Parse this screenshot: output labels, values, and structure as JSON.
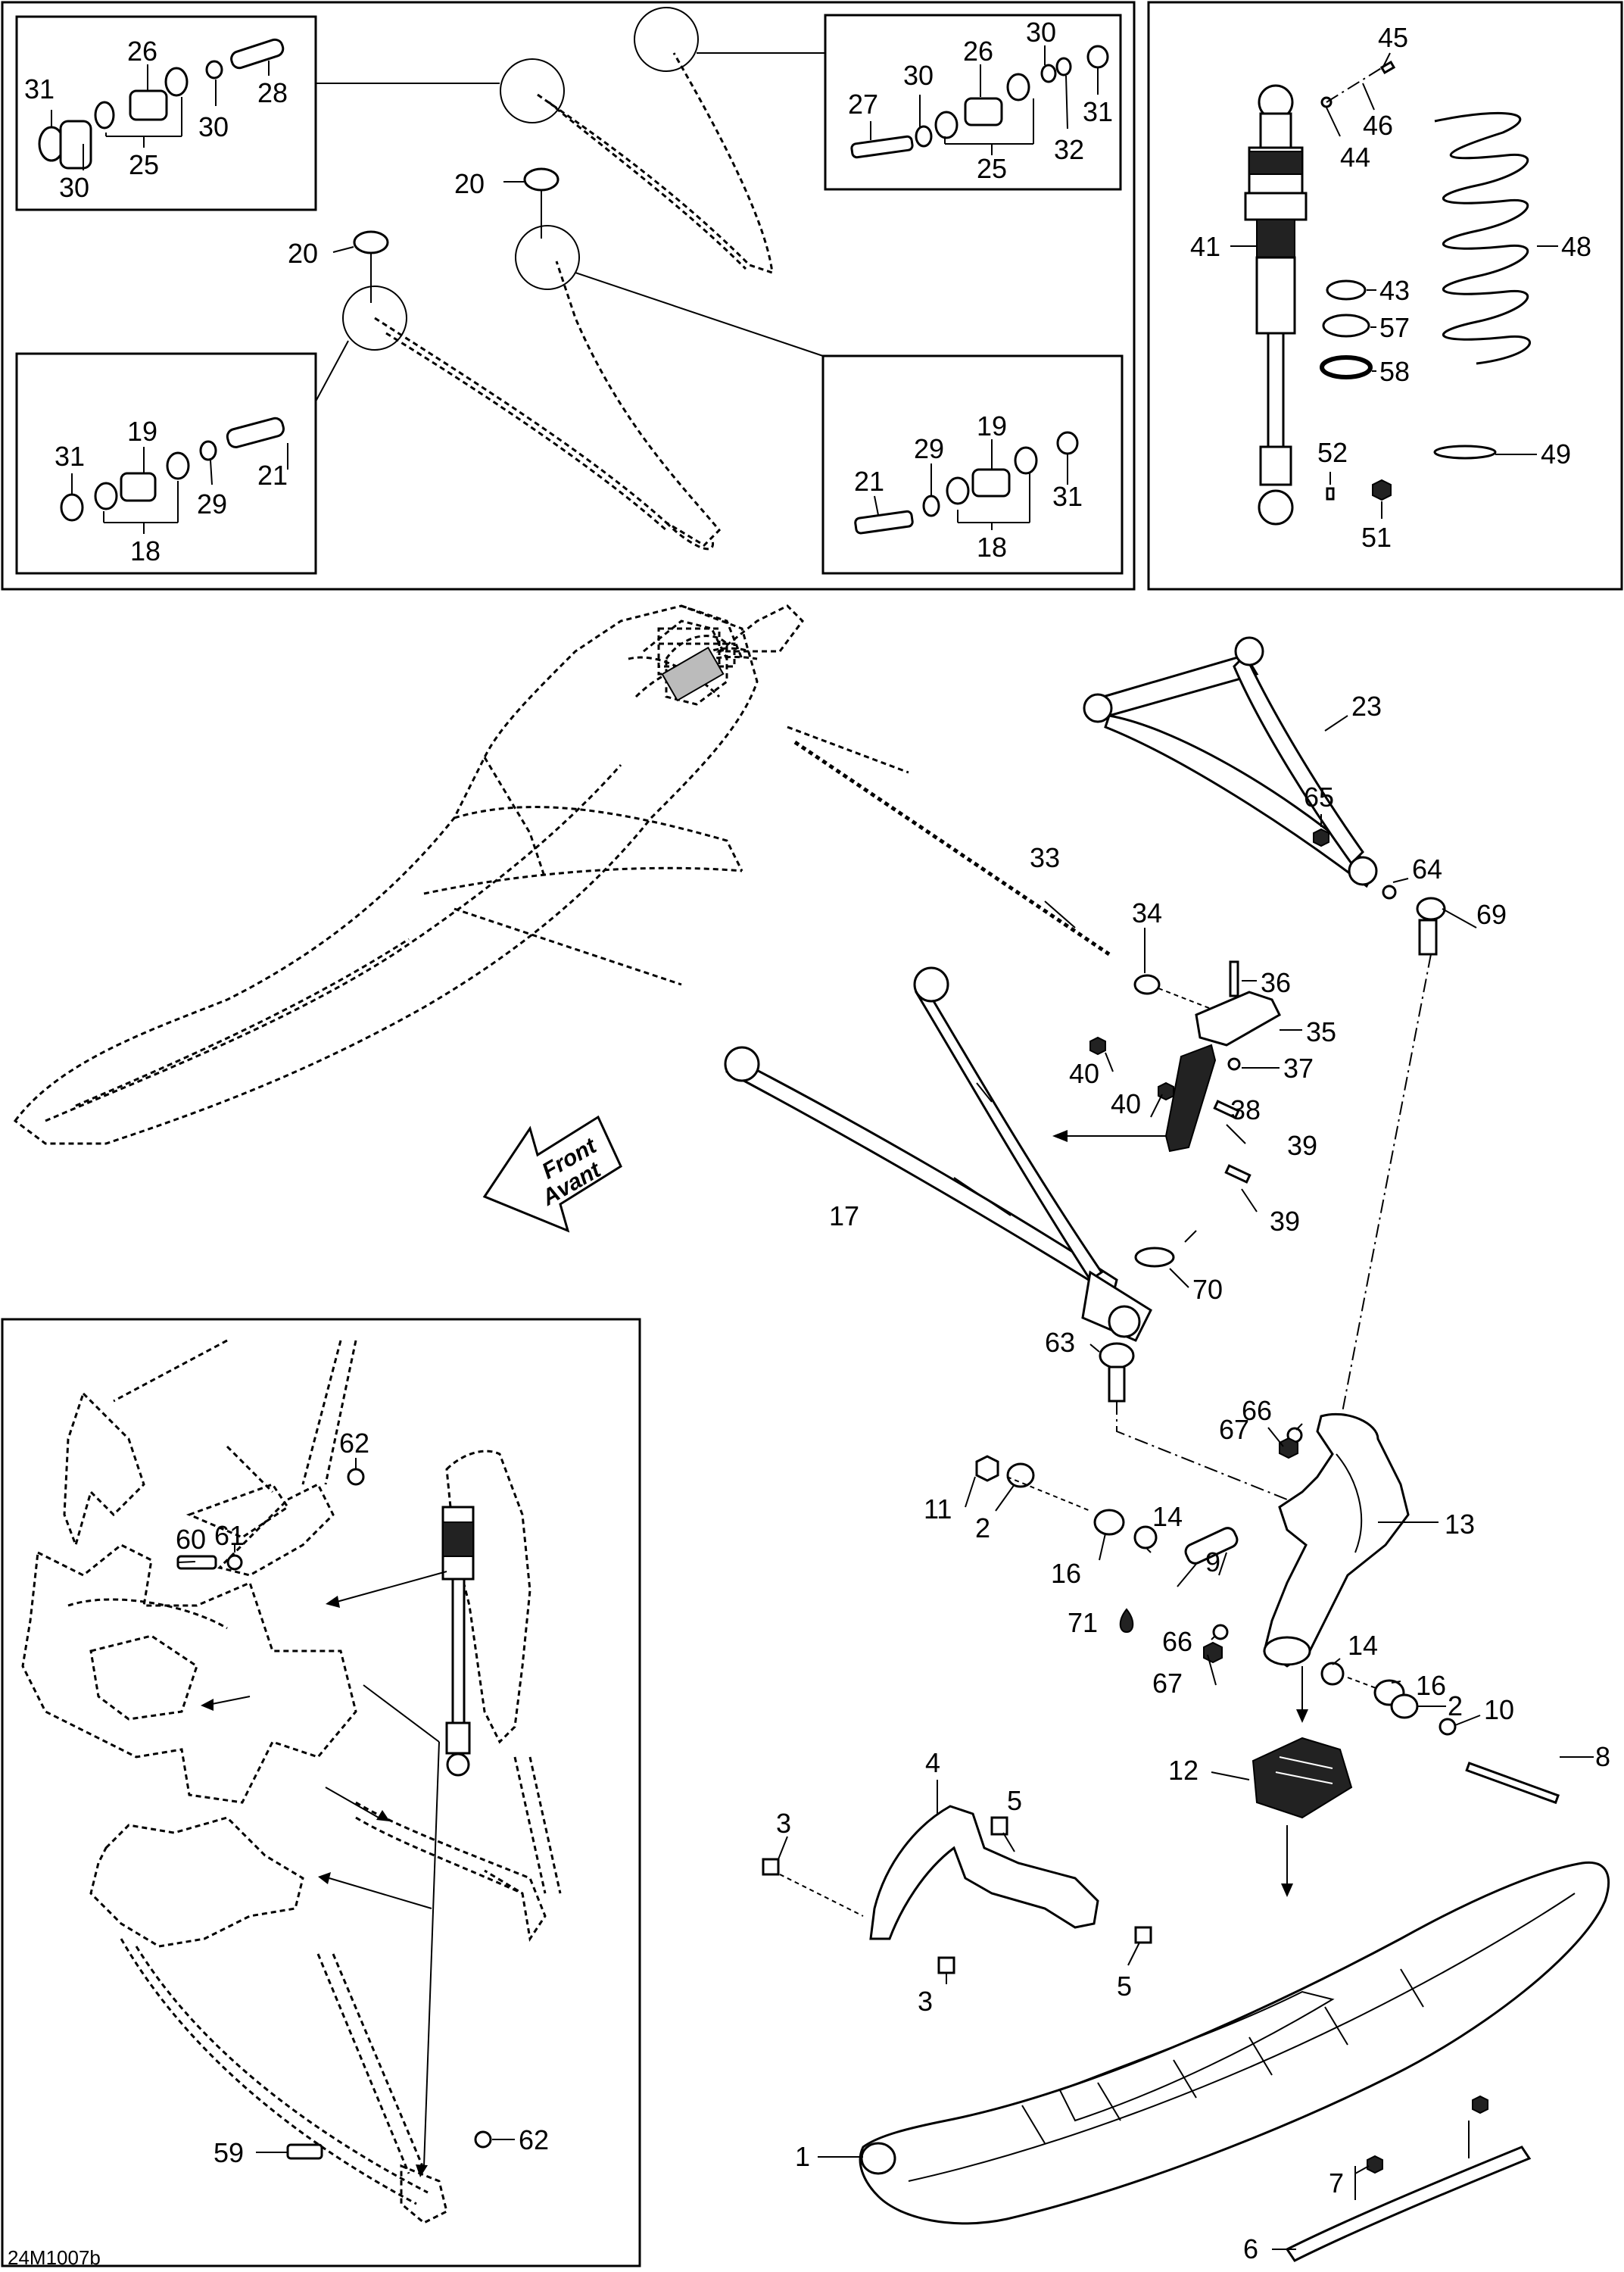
{
  "diagram_code": "24M1007b",
  "front_arrow": {
    "line1": "Front",
    "line2": "Avant"
  },
  "callouts": {
    "c1": "1",
    "c2a": "2",
    "c2b": "2",
    "c3a": "3",
    "c3b": "3",
    "c4": "4",
    "c5a": "5",
    "c5b": "5",
    "c6": "6",
    "c7": "7",
    "c8": "8",
    "c9": "9",
    "c10": "10",
    "c11": "11",
    "c12": "12",
    "c13": "13",
    "c14a": "14",
    "c14b": "14",
    "c16a": "16",
    "c16b": "16",
    "c17": "17",
    "c18a": "18",
    "c18b": "18",
    "c19a": "19",
    "c19b": "19",
    "c20a": "20",
    "c20b": "20",
    "c21a": "21",
    "c21b": "21",
    "c23": "23",
    "c25a": "25",
    "c25b": "25",
    "c26a": "26",
    "c26b": "26",
    "c27": "27",
    "c28": "28",
    "c29a": "29",
    "c29b": "29",
    "c30a": "30",
    "c30b": "30",
    "c30c": "30",
    "c30d": "30",
    "c31a": "31",
    "c31b": "31",
    "c31c": "31",
    "c31d": "31",
    "c32": "32",
    "c33": "33",
    "c34": "34",
    "c35": "35",
    "c36": "36",
    "c37": "37",
    "c38": "38",
    "c39a": "39",
    "c39b": "39",
    "c40a": "40",
    "c40b": "40",
    "c41": "41",
    "c43": "43",
    "c44": "44",
    "c45": "45",
    "c46": "46",
    "c48": "48",
    "c49": "49",
    "c51": "51",
    "c52": "52",
    "c57": "57",
    "c58": "58",
    "c59": "59",
    "c60": "60",
    "c61": "61",
    "c62a": "62",
    "c62b": "62",
    "c63": "63",
    "c64": "64",
    "c65": "65",
    "c66a": "66",
    "c66b": "66",
    "c67a": "67",
    "c67b": "67",
    "c69": "69",
    "c70": "70",
    "c71": "71"
  }
}
